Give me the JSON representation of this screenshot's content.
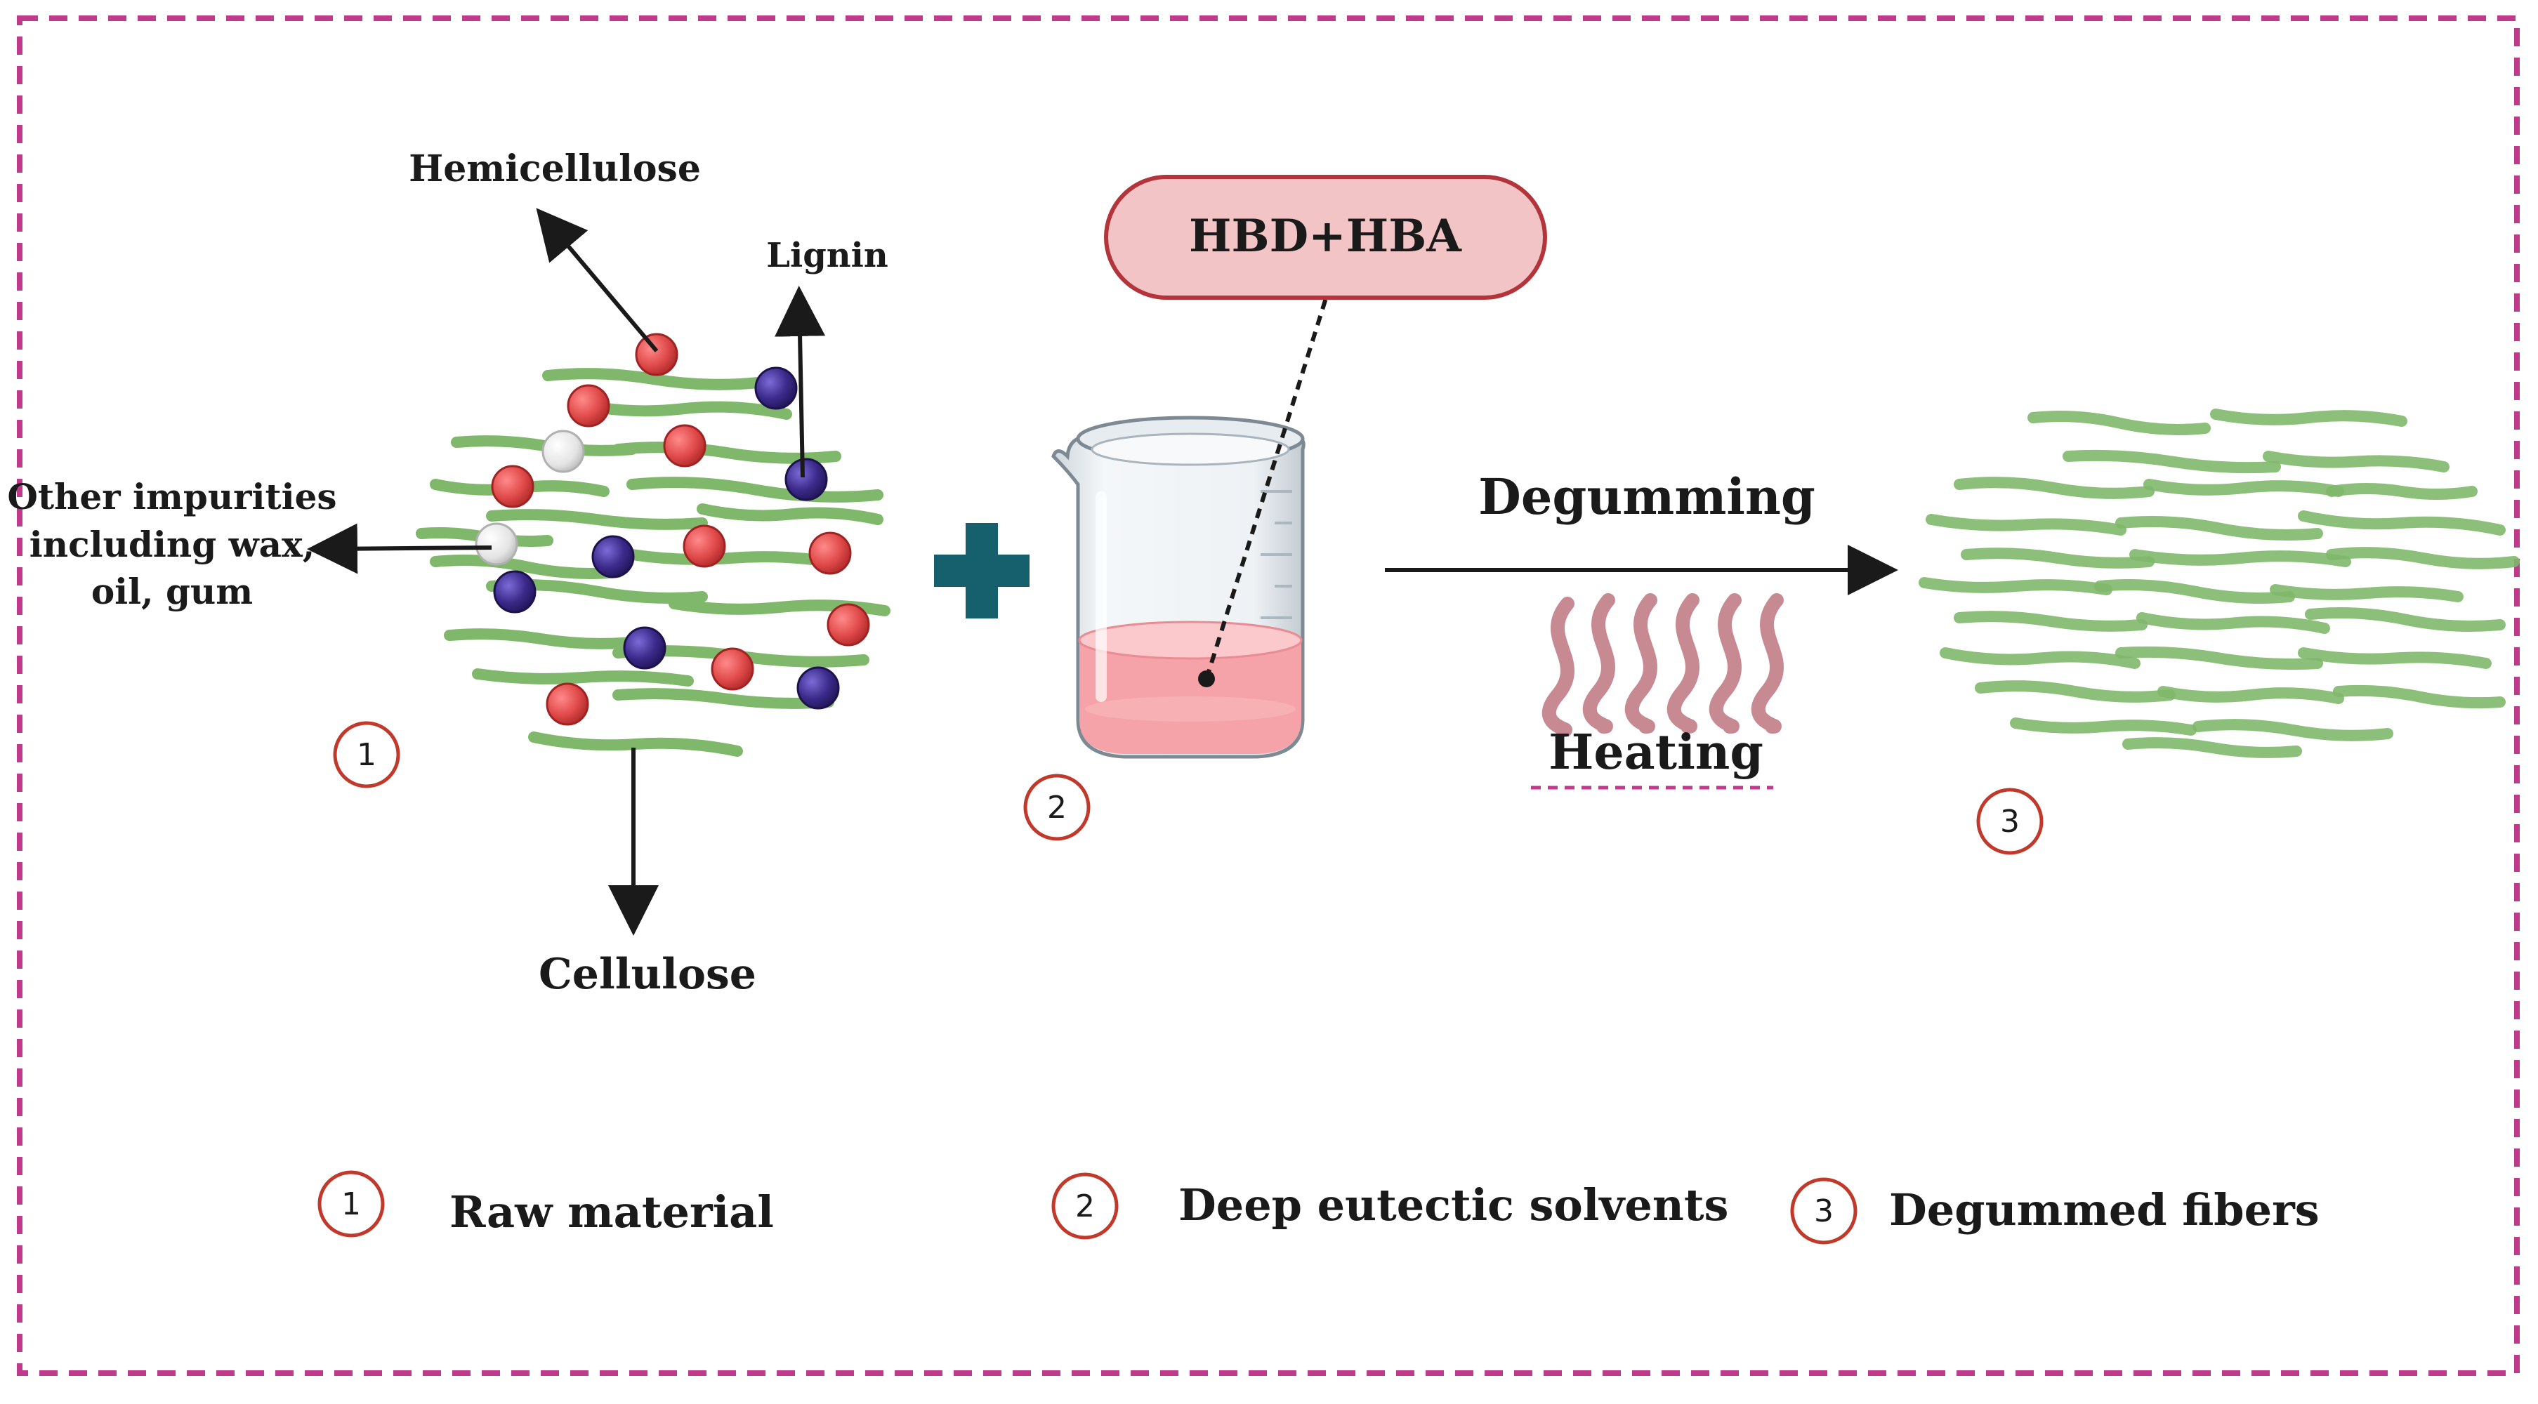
{
  "labels": {
    "hemicellulose": "Hemicellulose",
    "lignin": "Lignin",
    "impurities_line1": "Other impurities",
    "impurities_line2": "including wax,",
    "impurities_line3": "oil, gum",
    "cellulose": "Cellulose",
    "solvent_pill": "HBD+HBA",
    "degumming": "Degumming",
    "heating": "Heating"
  },
  "step_markers": [
    "1",
    "2",
    "3"
  ],
  "legend": [
    {
      "num": "1",
      "label": "Raw material"
    },
    {
      "num": "2",
      "label": "Deep eutectic solvents"
    },
    {
      "num": "3",
      "label": "Degummed fibers"
    }
  ],
  "icons": {
    "plus": "plus-icon",
    "beaker": "beaker-icon",
    "heat": "heat-waves-icon"
  },
  "colors": {
    "border": "#c03a8c",
    "fiber": "#7fb86a",
    "hemicellulose_ball": "#e14b4b",
    "lignin_ball": "#3b2a8a",
    "impurity_ball": "#e6e6e6",
    "plus": "#16606e",
    "pill_fill": "#f2c4c6",
    "pill_stroke": "#b3343a",
    "liquid": "#f5a3a8",
    "heat": "#c78a92",
    "marker": "#c0392b"
  }
}
